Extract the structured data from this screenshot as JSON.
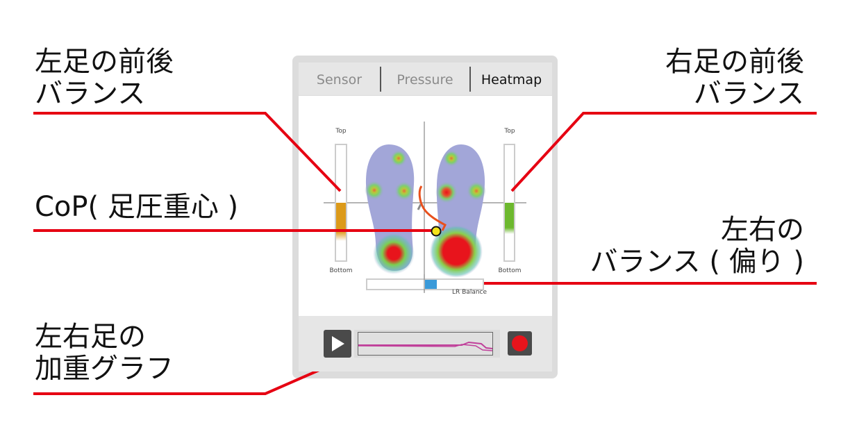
{
  "annotations": {
    "left_balance": [
      "左足の前後",
      "バランス"
    ],
    "right_balance": [
      "右足の前後",
      "バランス"
    ],
    "cop": "CoP( 足圧重心 )",
    "lr_balance": [
      "左右の",
      "バランス ( 偏り )"
    ],
    "weight_graph": [
      "左右足の",
      "加重グラフ"
    ]
  },
  "tabs": [
    {
      "label": "Sensor",
      "active": false
    },
    {
      "label": "Pressure",
      "active": false
    },
    {
      "label": "Heatmap",
      "active": true
    }
  ],
  "heatmap": {
    "left_bar": {
      "top_label": "Top",
      "bottom_label": "Bottom",
      "value": -0.3,
      "color": "#dc9a1a"
    },
    "right_bar": {
      "top_label": "Top",
      "bottom_label": "Bottom",
      "value": -0.25,
      "color": "#6db82e"
    },
    "lr_balance": {
      "label": "LR Balance",
      "value": 0.1,
      "color": "#3a9ad9"
    }
  },
  "controls": {
    "play": "play-icon",
    "record": "record-icon"
  },
  "colors": {
    "annotation": "#e60012",
    "graph": "#c0409a"
  }
}
